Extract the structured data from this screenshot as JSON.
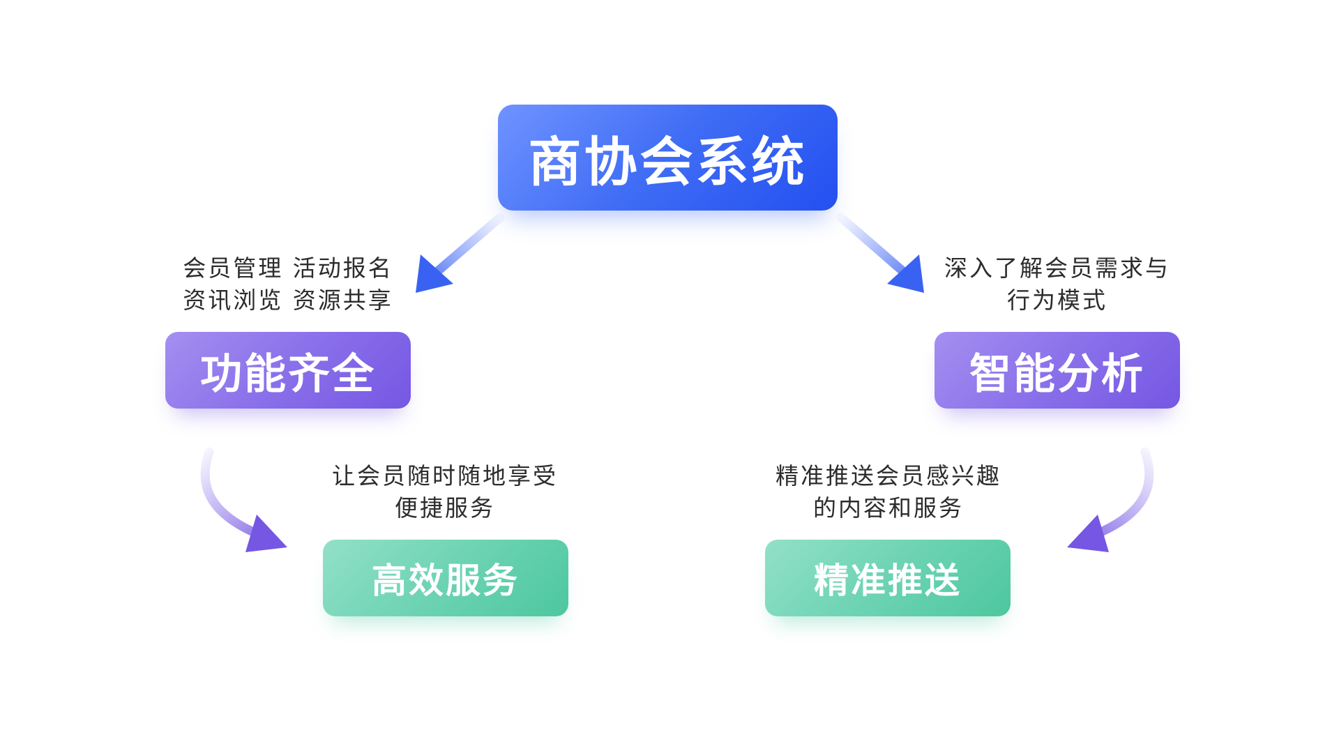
{
  "root": {
    "label": "商协会系统"
  },
  "branches": {
    "function": {
      "label": "功能齐全",
      "desc": [
        "会员管理 活动报名",
        "资讯浏览 资源共享"
      ]
    },
    "intelligence": {
      "label": "智能分析",
      "desc": [
        "深入了解会员需求与",
        "行为模式"
      ]
    },
    "service": {
      "label": "高效服务",
      "desc": [
        "让会员随时随地享受",
        "便捷服务"
      ]
    },
    "push": {
      "label": "精准推送",
      "desc": [
        "精准推送会员感兴趣",
        "的内容和服务"
      ]
    }
  },
  "colors": {
    "root_gradient": [
      "#6f93ff",
      "#2350f0"
    ],
    "purple_gradient": [
      "#a48ff0",
      "#7557e3"
    ],
    "green_gradient": [
      "#92e0c8",
      "#4dc79f"
    ],
    "text": "#2c2c2c"
  }
}
